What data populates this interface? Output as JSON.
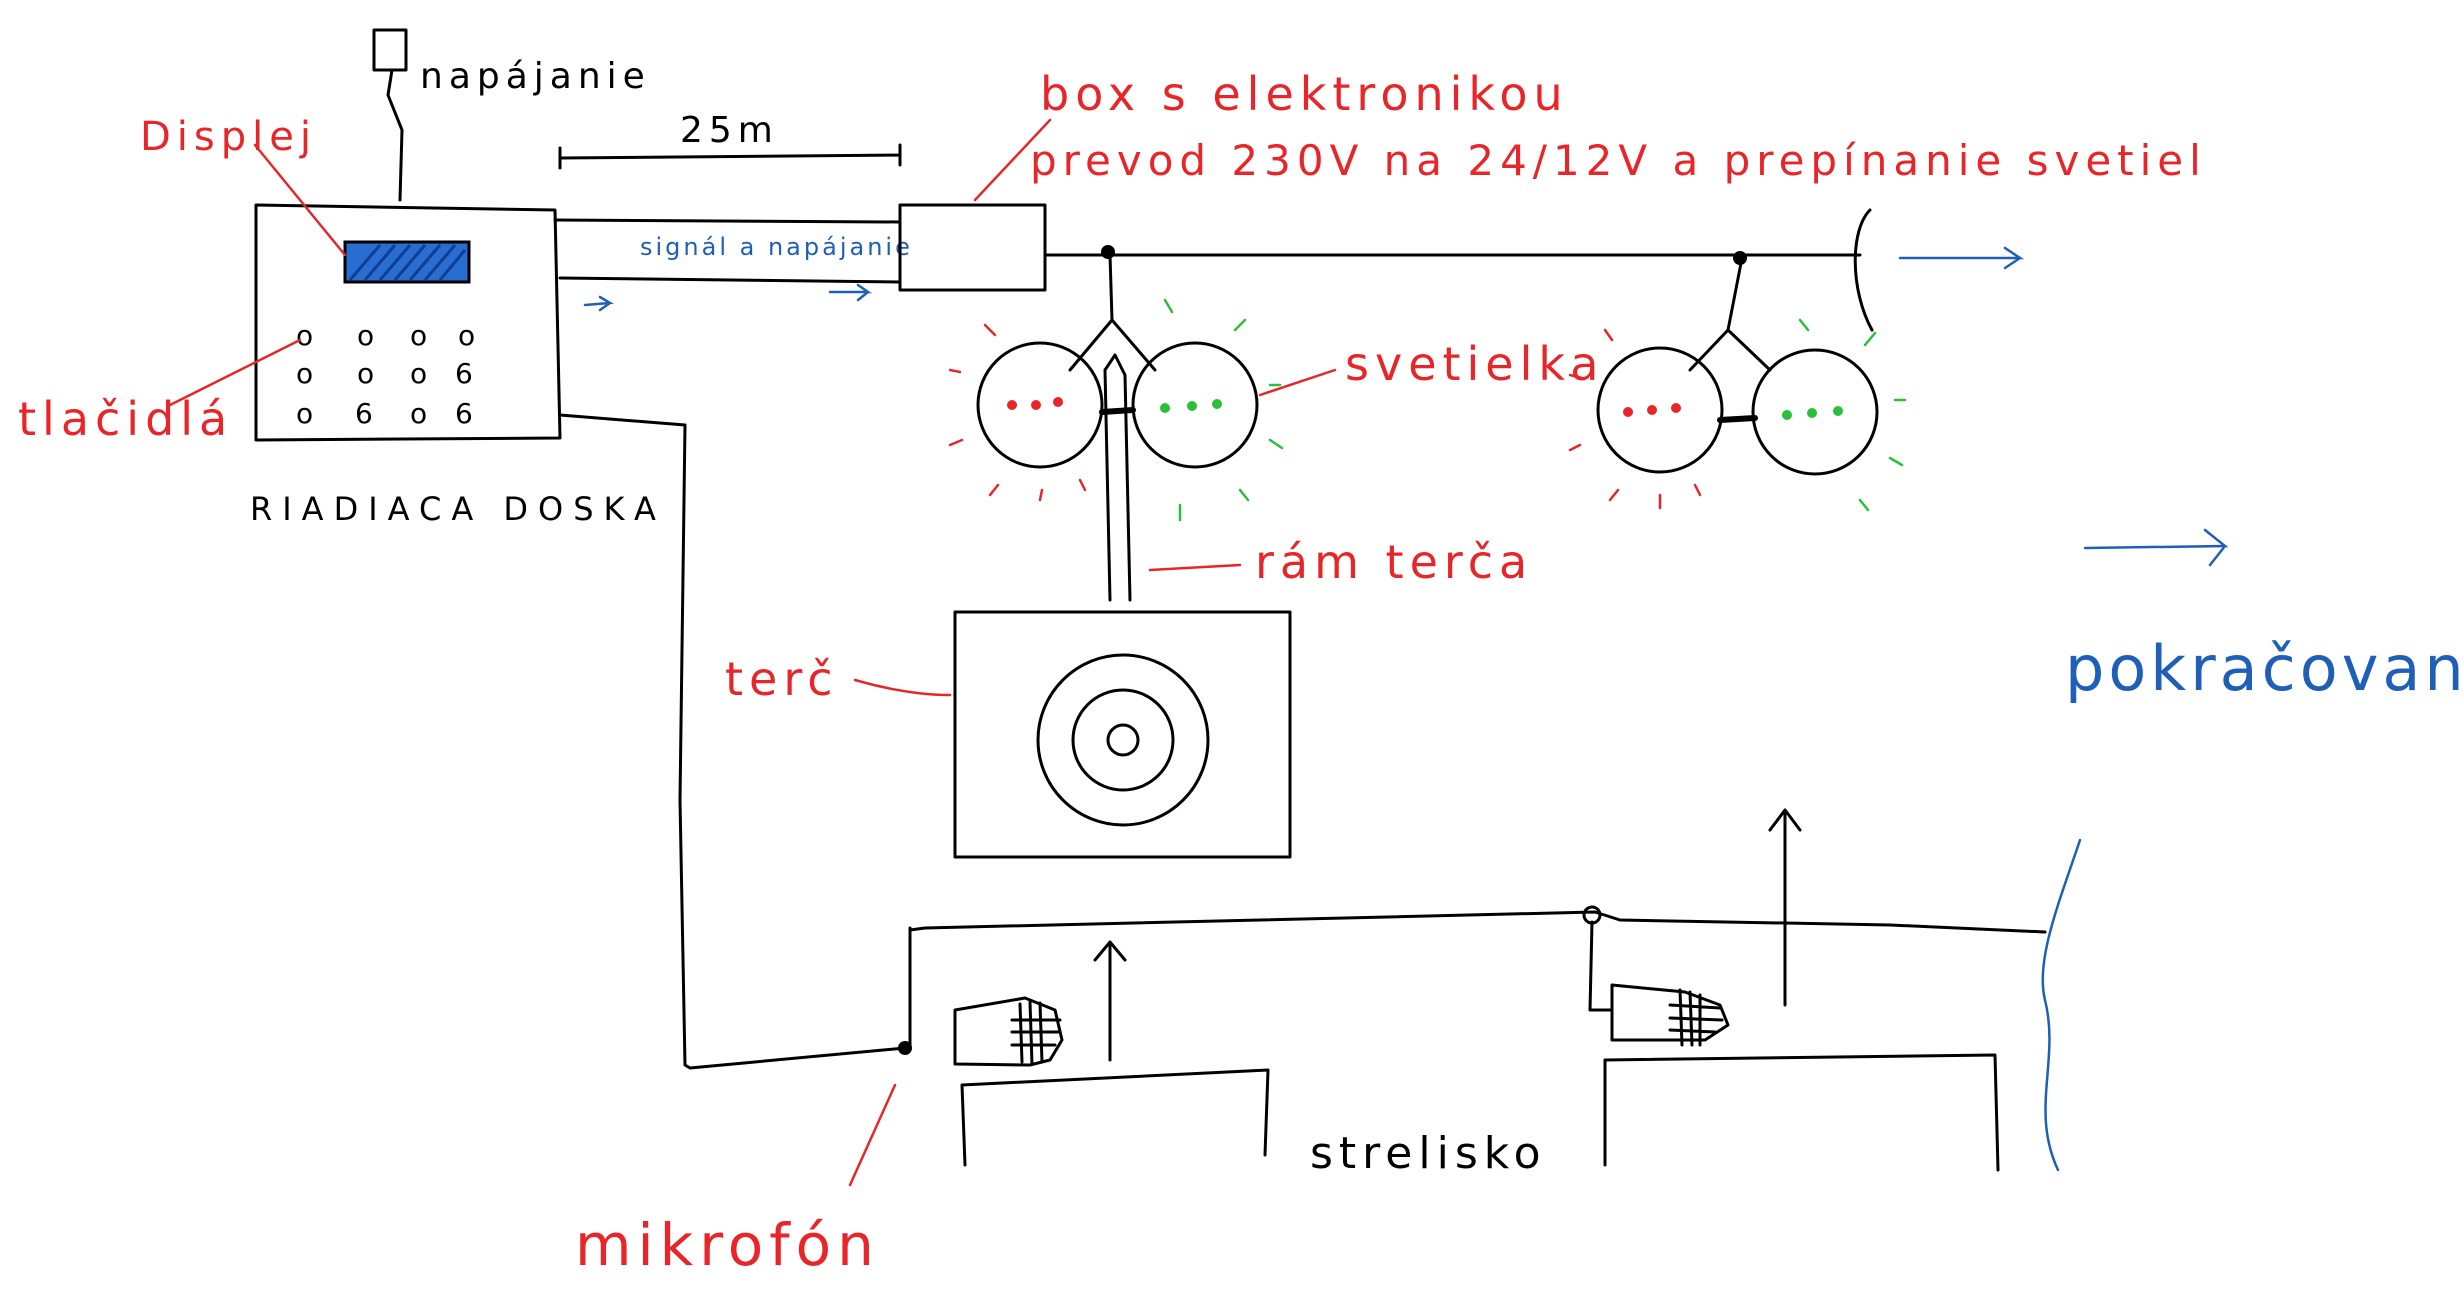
{
  "labels": {
    "napajanie_top": "napájanie",
    "distance": "25m",
    "box": "box s elektronikou",
    "box_line2": "prevod 230V na 24/12V a prepínanie svetiel",
    "displej": "Displej",
    "signal": "signál a napájanie",
    "tlacidla": "tlačidlá",
    "svetielka": "svetielka",
    "riadiaca_doska": "RIADIACA DOSKA",
    "ram_terca": "rám terča",
    "terc": "terč",
    "pokracovanie": "pokračovanie",
    "strelisko": "strelisko",
    "mikrofon": "mikrofón"
  },
  "colors": {
    "ink": "#000000",
    "annotation_red": "#e8262a",
    "annotation_blue": "#1f5fb8",
    "led_green": "#2bbf3a",
    "display_blue": "#2a6dd1"
  },
  "buttons": [
    "o",
    "o",
    "o",
    "o",
    "o",
    "o",
    "o",
    "6",
    "o",
    "6",
    "o",
    "6"
  ]
}
